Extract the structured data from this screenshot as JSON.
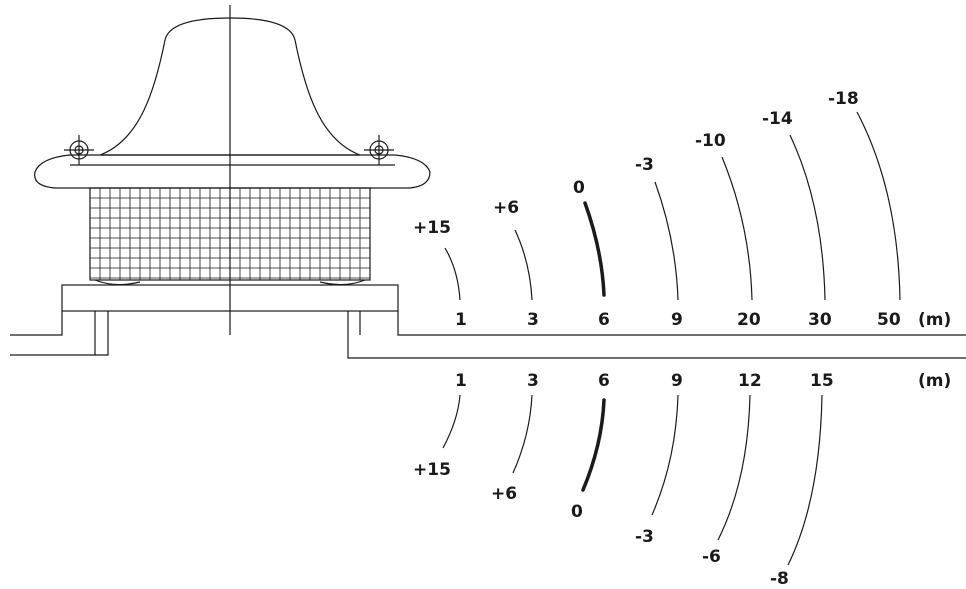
{
  "upper": {
    "distances": [
      "1",
      "3",
      "6",
      "9",
      "20",
      "30",
      "50"
    ],
    "unit": "(m)",
    "levels": [
      "+15",
      "+6",
      "0",
      "-3",
      "-10",
      "-14",
      "-18"
    ]
  },
  "lower": {
    "distances": [
      "1",
      "3",
      "6",
      "9",
      "12",
      "15"
    ],
    "unit": "(m)",
    "levels": [
      "+15",
      "+6",
      "0",
      "-3",
      "-6",
      "-8"
    ]
  }
}
